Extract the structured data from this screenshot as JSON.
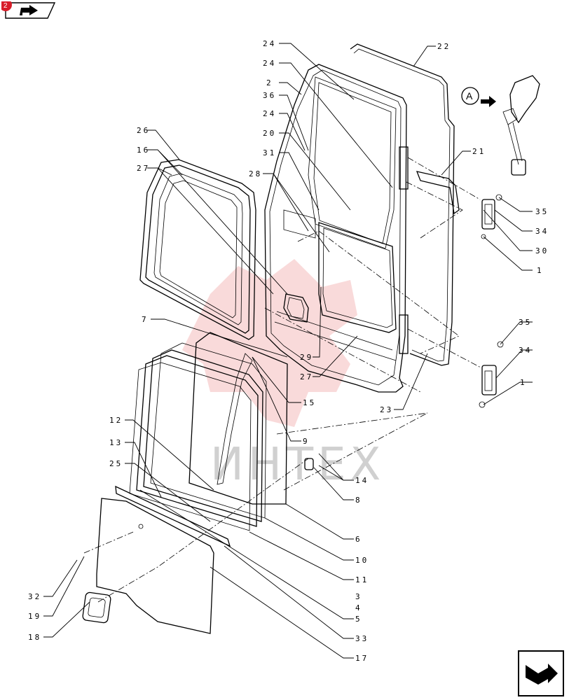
{
  "nav": {
    "badge_text": "2",
    "badge_color": "#d81e2a",
    "prev_icon": "arrow-back-icon",
    "next_icon": "arrow-forward-icon"
  },
  "watermark": {
    "text": "ИНТЕХ",
    "color": "#e03030"
  },
  "detail_label": "A",
  "callouts": [
    "24",
    "24",
    "2",
    "36",
    "24",
    "20",
    "31",
    "28",
    "26",
    "16",
    "27",
    "7",
    "22",
    "21",
    "35",
    "34",
    "30",
    "1",
    "35",
    "34",
    "1",
    "29",
    "27",
    "15",
    "23",
    "9",
    "12",
    "13",
    "25",
    "14",
    "8",
    "6",
    "10",
    "11",
    "3",
    "4",
    "5",
    "32",
    "19",
    "18",
    "33",
    "17"
  ]
}
